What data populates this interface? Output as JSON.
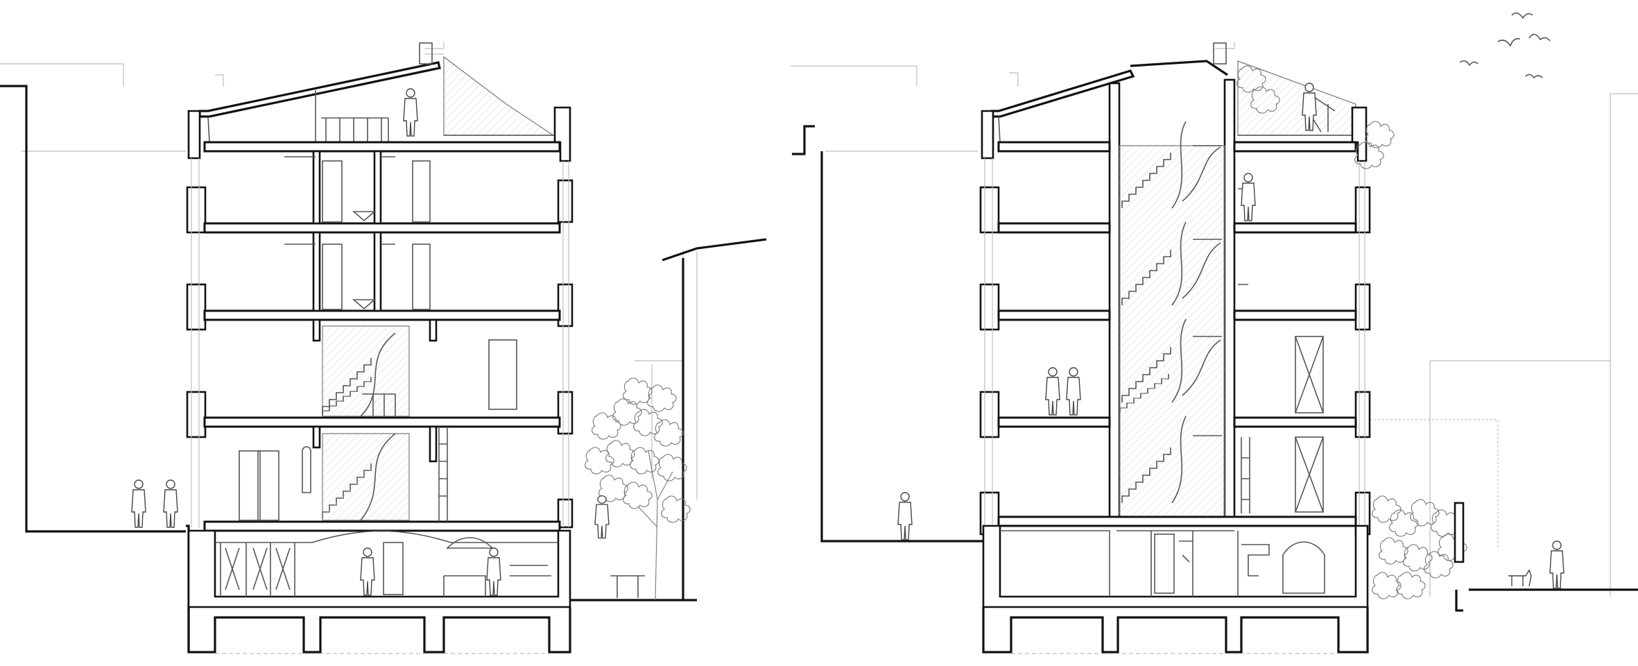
{
  "drawing": {
    "kind": "architectural-section-pair",
    "sections": [
      {
        "id": "section-left",
        "floors": 5,
        "has_basement": true,
        "has_rooftop_terrace": true
      },
      {
        "id": "section-right",
        "floors": 5,
        "has_basement": true,
        "has_rooftop_terrace": true
      }
    ],
    "line_colors": {
      "cut": "#111111",
      "elevation": "#555555",
      "background": "#bdbdbd"
    }
  }
}
